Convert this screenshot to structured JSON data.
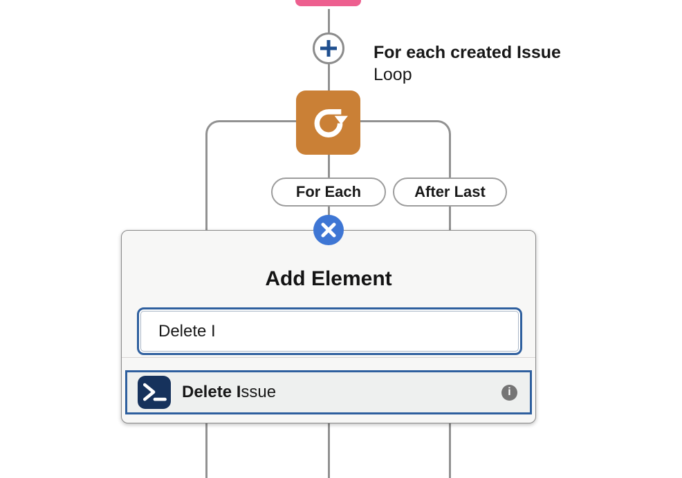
{
  "theme": {
    "line-gray": "#919191",
    "node-pink": "#ed5f8f",
    "node-orange": "#ca8036",
    "plus-blue": "#1f4f8f",
    "close-blue": "#3e76d4",
    "accent-blue": "#2e5f9e",
    "terminal-navy": "#16325c",
    "panel-bg": "#f7f7f6",
    "panel-border": "#888888",
    "row-bg": "#eef0ef",
    "info-gray": "#757575",
    "text-dark": "#181818"
  },
  "flow": {
    "loop_node": {
      "title": "For each created Issue",
      "subtitle": "Loop"
    },
    "branches": {
      "for_each": "For Each",
      "after_last": "After Last"
    }
  },
  "popup": {
    "title": "Add Element",
    "search_value": "Delete I",
    "result": {
      "match": "Delete I",
      "rest": "ssue"
    },
    "info_glyph": "i"
  }
}
